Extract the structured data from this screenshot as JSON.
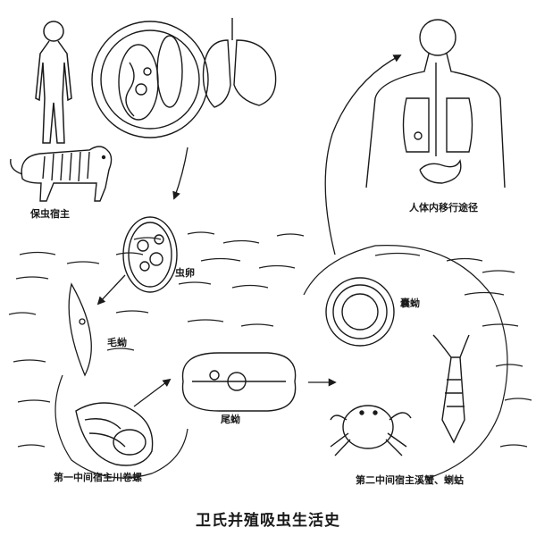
{
  "title": "卫氏并殖吸虫生活史",
  "labels": {
    "reservoir_host": "保虫宿主",
    "human_route": "人体内移行途径",
    "egg": "虫卵",
    "miracidium": "毛蚴",
    "cercaria": "尾蚴",
    "metacercaria": "囊蚴",
    "first_host": "第一中间宿主川卷螺",
    "second_host": "第二中间宿主溪蟹、蝲蛄"
  },
  "colors": {
    "ink": "#1a1a1a",
    "background": "#ffffff"
  }
}
